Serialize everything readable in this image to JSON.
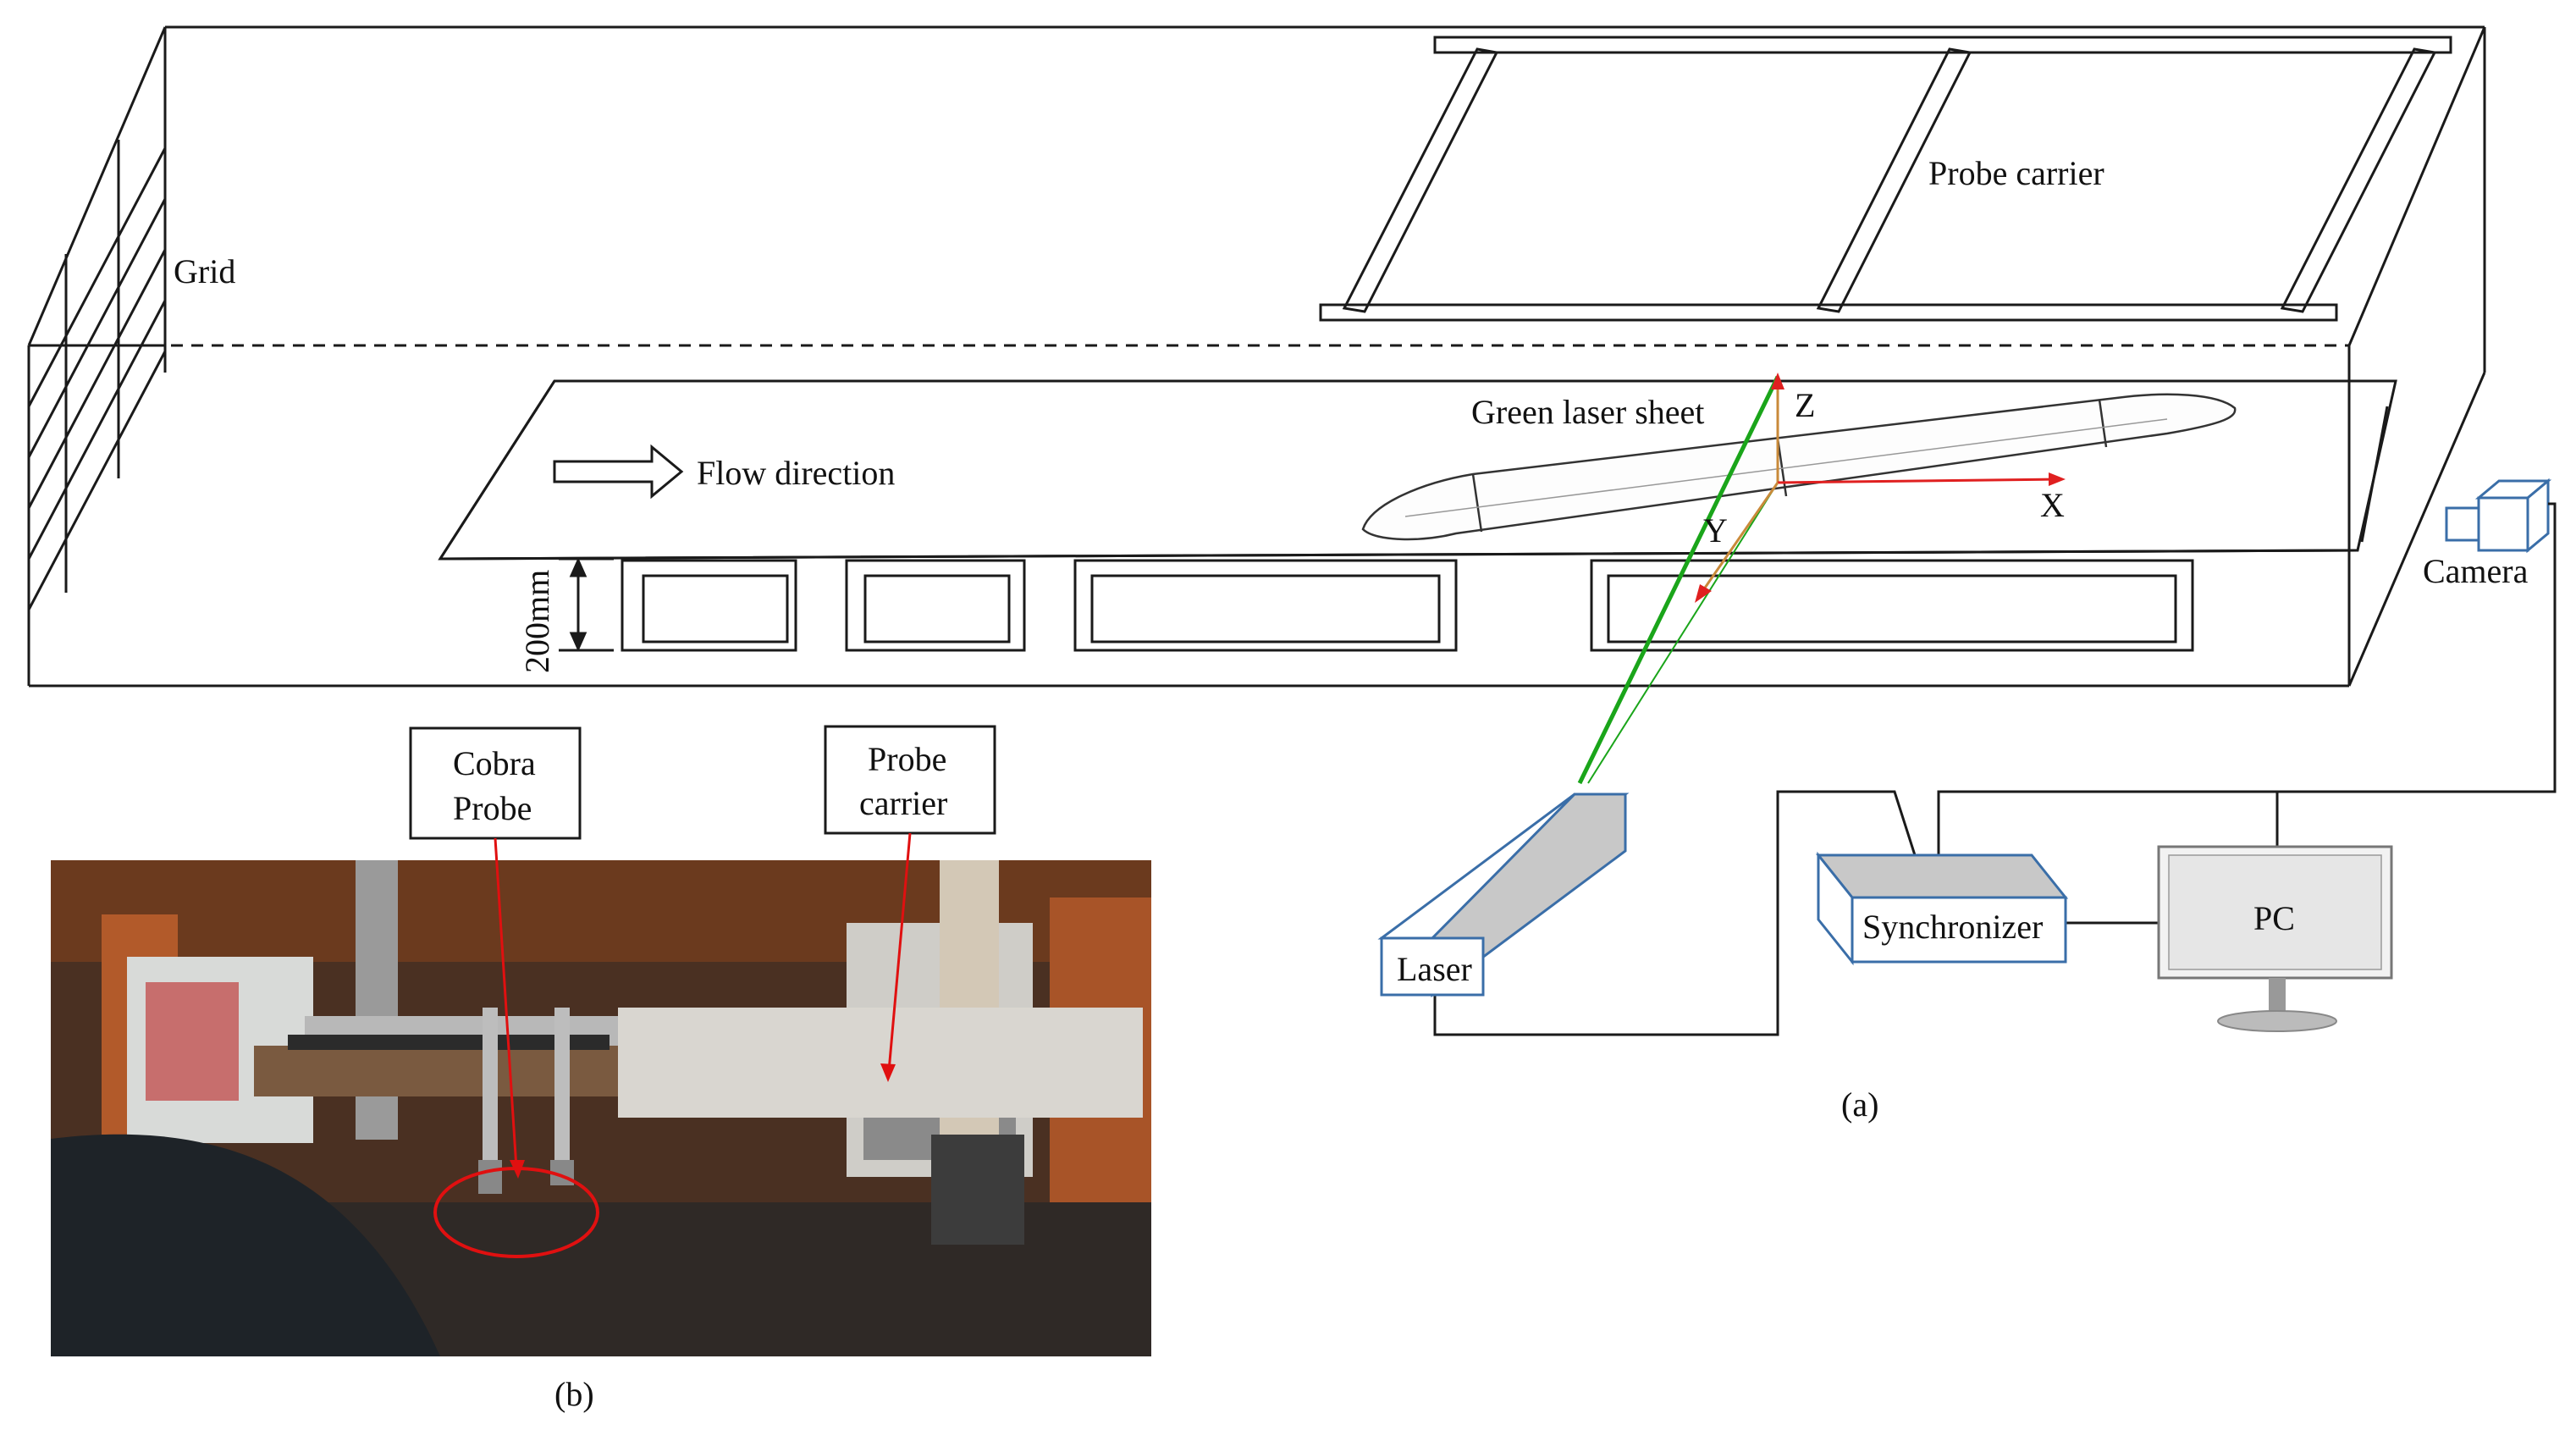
{
  "labels": {
    "grid": "Grid",
    "probe_carrier_top": "Probe carrier",
    "green_laser_sheet": "Green laser sheet",
    "flow_direction": "Flow direction",
    "height_dim": "200mm",
    "axis_z": "Z",
    "axis_x": "X",
    "axis_y": "Y",
    "camera": "Camera",
    "laser": "Laser",
    "synchronizer": "Synchronizer",
    "pc": "PC",
    "caption_a": "(a)",
    "caption_b": "(b)",
    "callout_cobra_line1": "Cobra",
    "callout_cobra_line2": "Probe",
    "callout_carrier_line1": "Probe",
    "callout_carrier_line2": "carrier"
  },
  "colors": {
    "line": "#1a1a1a",
    "laser_green": "#1aa51a",
    "axis_red": "#e02020",
    "axis_orange": "#c98a3a",
    "equipment_outline": "#3a6ea8",
    "callout_red": "#e01010"
  },
  "icons": {
    "camera": "camera-icon",
    "pc_monitor": "monitor-icon",
    "flow_arrow": "arrow-right-icon"
  }
}
